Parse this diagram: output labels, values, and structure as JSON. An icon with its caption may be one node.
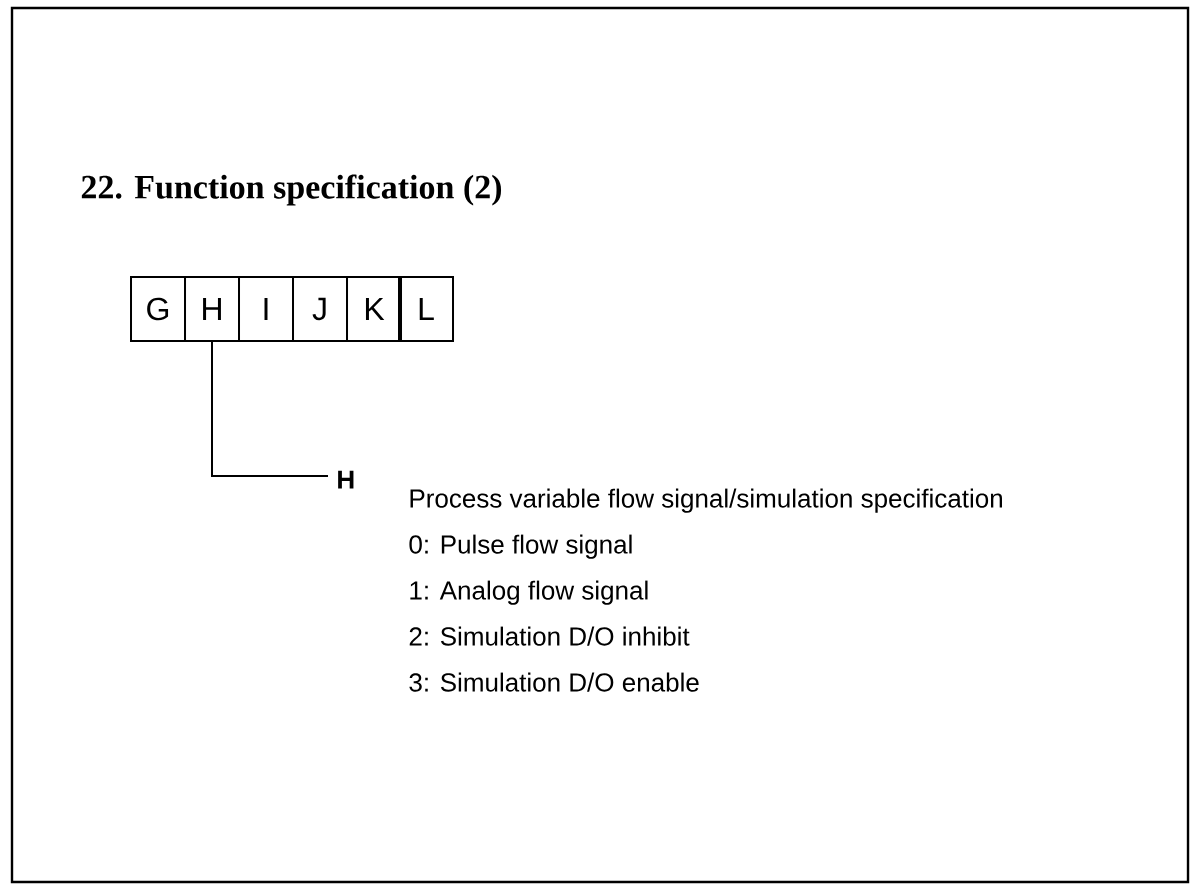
{
  "diagram": {
    "title": "22. Function specification (2)",
    "nodes": [
      {
        "text": [
          "G"
        ]
      },
      {
        "text": [
          "H"
        ]
      },
      {
        "text": [
          "I"
        ]
      },
      {
        "text": [
          "J"
        ]
      },
      {
        "text": [
          "K"
        ]
      },
      {
        "text": [
          "L"
        ]
      },
      {
        "text": [
          "H",
          "Process variable flow signal/simulation specification",
          "0: Pulse flow signal",
          "1: Analog flow signal",
          "2: Simulation D/O inhibit",
          "3: Simulation D/O enable"
        ]
      }
    ],
    "edges": [
      {
        "from": 1,
        "to": 6,
        "arrow": "none"
      }
    ]
  }
}
